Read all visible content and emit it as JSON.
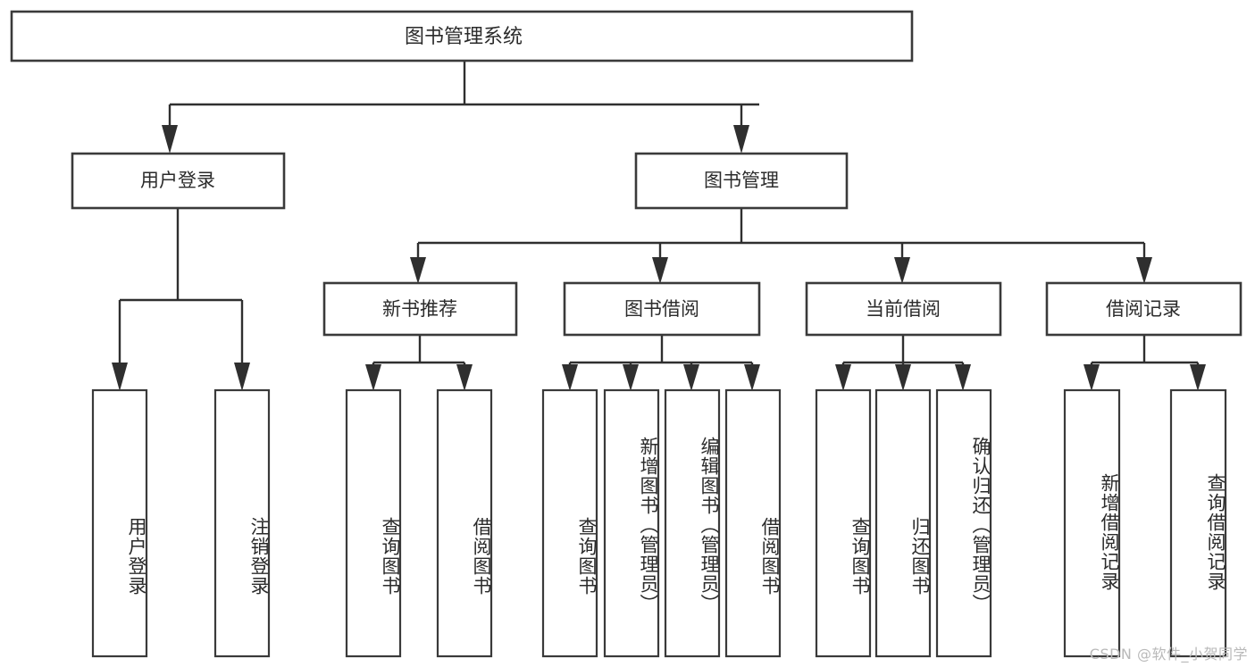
{
  "diagram": {
    "title": "图书管理系统",
    "watermark": "CSDN @软件_小贺同学",
    "levels": {
      "root": {
        "label": "图书管理系统"
      },
      "level1": [
        {
          "id": "user-login",
          "label": "用户登录"
        },
        {
          "id": "book-management",
          "label": "图书管理"
        }
      ],
      "level2": [
        {
          "id": "new-book-recommend",
          "label": "新书推荐",
          "parent": "book-management"
        },
        {
          "id": "book-borrow",
          "label": "图书借阅",
          "parent": "book-management"
        },
        {
          "id": "current-borrow",
          "label": "当前借阅",
          "parent": "book-management"
        },
        {
          "id": "borrow-record",
          "label": "借阅记录",
          "parent": "book-management"
        }
      ],
      "leaves": [
        {
          "id": "leaf-user-login",
          "label": "用户登录",
          "parent": "user-login"
        },
        {
          "id": "leaf-logout-login",
          "label": "注销登录",
          "parent": "user-login"
        },
        {
          "id": "leaf-query-book-1",
          "label": "查询图书",
          "parent": "new-book-recommend"
        },
        {
          "id": "leaf-borrow-book-1",
          "label": "借阅图书",
          "parent": "new-book-recommend"
        },
        {
          "id": "leaf-query-book-2",
          "label": "查询图书",
          "parent": "book-borrow"
        },
        {
          "id": "leaf-add-book",
          "label": "新增图书（管理员）",
          "parent": "book-borrow"
        },
        {
          "id": "leaf-edit-book",
          "label": "编辑图书（管理员）",
          "parent": "book-borrow"
        },
        {
          "id": "leaf-borrow-book-2",
          "label": "借阅图书",
          "parent": "book-borrow"
        },
        {
          "id": "leaf-query-book-3",
          "label": "查询图书",
          "parent": "current-borrow"
        },
        {
          "id": "leaf-return-book",
          "label": "归还图书",
          "parent": "current-borrow"
        },
        {
          "id": "leaf-confirm-return",
          "label": "确认归还（管理员）",
          "parent": "current-borrow"
        },
        {
          "id": "leaf-add-record",
          "label": "新增借阅记录",
          "parent": "borrow-record"
        },
        {
          "id": "leaf-query-record",
          "label": "查询借阅记录",
          "parent": "borrow-record"
        }
      ]
    },
    "colors": {
      "box_stroke": "#3a3a3a",
      "connector": "#2f2f2f",
      "text": "#2b2b2b",
      "background": "#ffffff",
      "watermark": "#b9b9b9"
    }
  }
}
